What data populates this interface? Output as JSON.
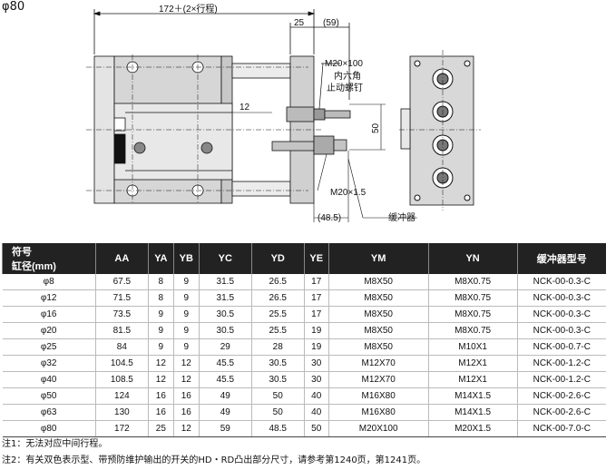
{
  "title": "φ80",
  "drawing": {
    "dim_overall": "172＋(2×行程)",
    "dim_25": "25",
    "dim_59": "(59)",
    "callout_bolt": "M20×100",
    "callout_hex_line1": "内六角",
    "callout_hex_line2": "止动螺钉",
    "dim_12": "12",
    "dim_50": "50",
    "callout_m20": "M20×1.5",
    "dim_485": "(48.5)",
    "callout_buffer": "缓冲器"
  },
  "table": {
    "header_corner_top": "符号",
    "header_corner_bottom": "缸径(mm)",
    "headers": [
      "AA",
      "YA",
      "YB",
      "YC",
      "YD",
      "YE",
      "YM",
      "YN",
      "缓冲器型号"
    ],
    "rows": [
      [
        "φ8",
        "67.5",
        "8",
        "9",
        "31.5",
        "26.5",
        "17",
        "M8X50",
        "M8X0.75",
        "NCK-00-0.3-C"
      ],
      [
        "φ12",
        "71.5",
        "8",
        "9",
        "31.5",
        "26.5",
        "17",
        "M8X50",
        "M8X0.75",
        "NCK-00-0.3-C"
      ],
      [
        "φ16",
        "73.5",
        "9",
        "9",
        "30.5",
        "25.5",
        "17",
        "M8X50",
        "M8X0.75",
        "NCK-00-0.3-C"
      ],
      [
        "φ20",
        "81.5",
        "9",
        "9",
        "30.5",
        "25.5",
        "19",
        "M8X50",
        "M8X0.75",
        "NCK-00-0.3-C"
      ],
      [
        "φ25",
        "84",
        "9",
        "9",
        "29",
        "28",
        "19",
        "M8X50",
        "M10X1",
        "NCK-00-0.7-C"
      ],
      [
        "φ32",
        "104.5",
        "12",
        "12",
        "45.5",
        "30.5",
        "30",
        "M12X70",
        "M12X1",
        "NCK-00-1.2-C"
      ],
      [
        "φ40",
        "108.5",
        "12",
        "12",
        "45.5",
        "30.5",
        "30",
        "M12X70",
        "M12X1",
        "NCK-00-1.2-C"
      ],
      [
        "φ50",
        "124",
        "16",
        "16",
        "49",
        "50",
        "40",
        "M16X80",
        "M14X1.5",
        "NCK-00-2.6-C"
      ],
      [
        "φ63",
        "130",
        "16",
        "16",
        "49",
        "50",
        "40",
        "M16X80",
        "M14X1.5",
        "NCK-00-2.6-C"
      ],
      [
        "φ80",
        "172",
        "25",
        "12",
        "59",
        "48.5",
        "50",
        "M20X100",
        "M20X1.5",
        "NCK-00-7.0-C"
      ]
    ]
  },
  "notes": [
    "注1：无法对应中间行程。",
    "注2：有关双色表示型、带预防维护输出的开关的HD・RD凸出部分尺寸，请参考第1240页，第1241页。"
  ]
}
